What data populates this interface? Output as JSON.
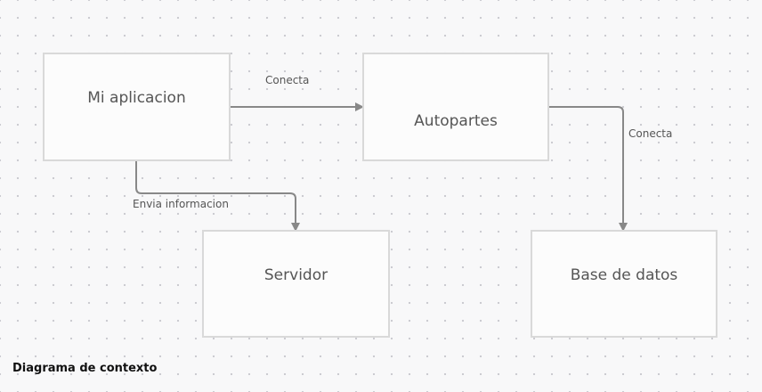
{
  "nodes": {
    "mi_aplicacion": "Mi aplicacion",
    "autopartes": "Autopartes",
    "servidor": "Servidor",
    "base_de_datos": "Base de datos"
  },
  "edges": {
    "app_to_autopartes": "Conecta",
    "autopartes_to_db": "Conecta",
    "app_to_servidor": "Envia informacion"
  },
  "footer": {
    "title": "Diagrama de contexto"
  },
  "colors": {
    "node_fill": "#fcfcfc",
    "node_border": "#d9d9d9",
    "edge": "#888888"
  }
}
